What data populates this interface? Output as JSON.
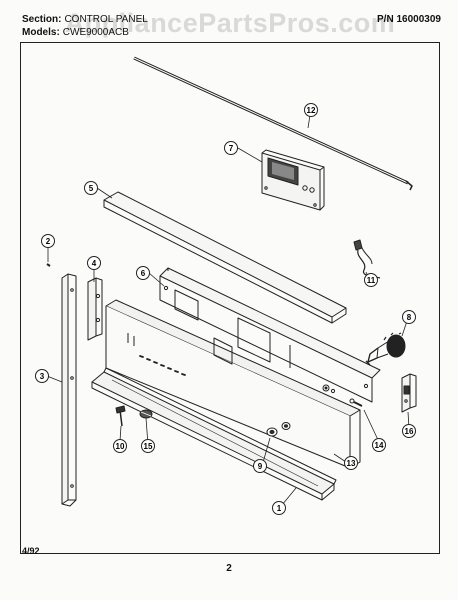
{
  "header": {
    "section_label": "Section:",
    "section_value": "CONTROL PANEL",
    "models_label": "Models:",
    "models_value": "CWE9000ACB",
    "part_number": "P/N 16000309"
  },
  "watermark": "AppliancePartsPros.com",
  "footer": {
    "date": "4/92",
    "page_number": "2"
  },
  "callouts": [
    {
      "id": "callout-1",
      "label": "1"
    },
    {
      "id": "callout-2",
      "label": "2"
    },
    {
      "id": "callout-3",
      "label": "3"
    },
    {
      "id": "callout-4",
      "label": "4"
    },
    {
      "id": "callout-5",
      "label": "5"
    },
    {
      "id": "callout-6",
      "label": "6"
    },
    {
      "id": "callout-7",
      "label": "7"
    },
    {
      "id": "callout-8",
      "label": "8"
    },
    {
      "id": "callout-9",
      "label": "9"
    },
    {
      "id": "callout-10",
      "label": "10"
    },
    {
      "id": "callout-11",
      "label": "11"
    },
    {
      "id": "callout-12",
      "label": "12"
    },
    {
      "id": "callout-13",
      "label": "13"
    },
    {
      "id": "callout-14",
      "label": "14"
    },
    {
      "id": "callout-15",
      "label": "15"
    },
    {
      "id": "callout-16",
      "label": "16"
    }
  ]
}
